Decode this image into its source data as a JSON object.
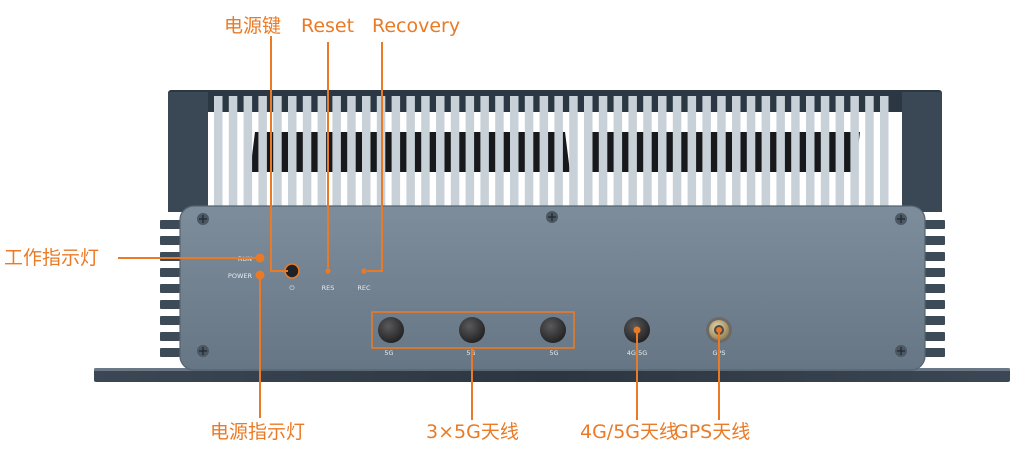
{
  "callouts": {
    "power_key": "电源键",
    "reset": "Reset",
    "recovery": "Recovery",
    "work_indicator": "工作指示灯",
    "power_indicator": "电源指示灯",
    "antenna_5g": "3×5G天线",
    "antenna_4g5g": "4G/5G天线",
    "antenna_gps": "GPS天线"
  },
  "panel_labels": {
    "run": "RUN",
    "power": "POWER",
    "power_symbol": "⏻",
    "res": "RES",
    "rec": "REC",
    "port_5g_1": "5G",
    "port_5g_2": "5G",
    "port_5g_3": "5G",
    "port_4g5g": "4G/5G",
    "port_gps": "GPS"
  },
  "colors": {
    "callout": "#ea7a25",
    "chassis": "#6f7f8f",
    "fins": "#5b6a79",
    "heatsink_core": "#17191c",
    "connector": "#2b2b2c"
  }
}
